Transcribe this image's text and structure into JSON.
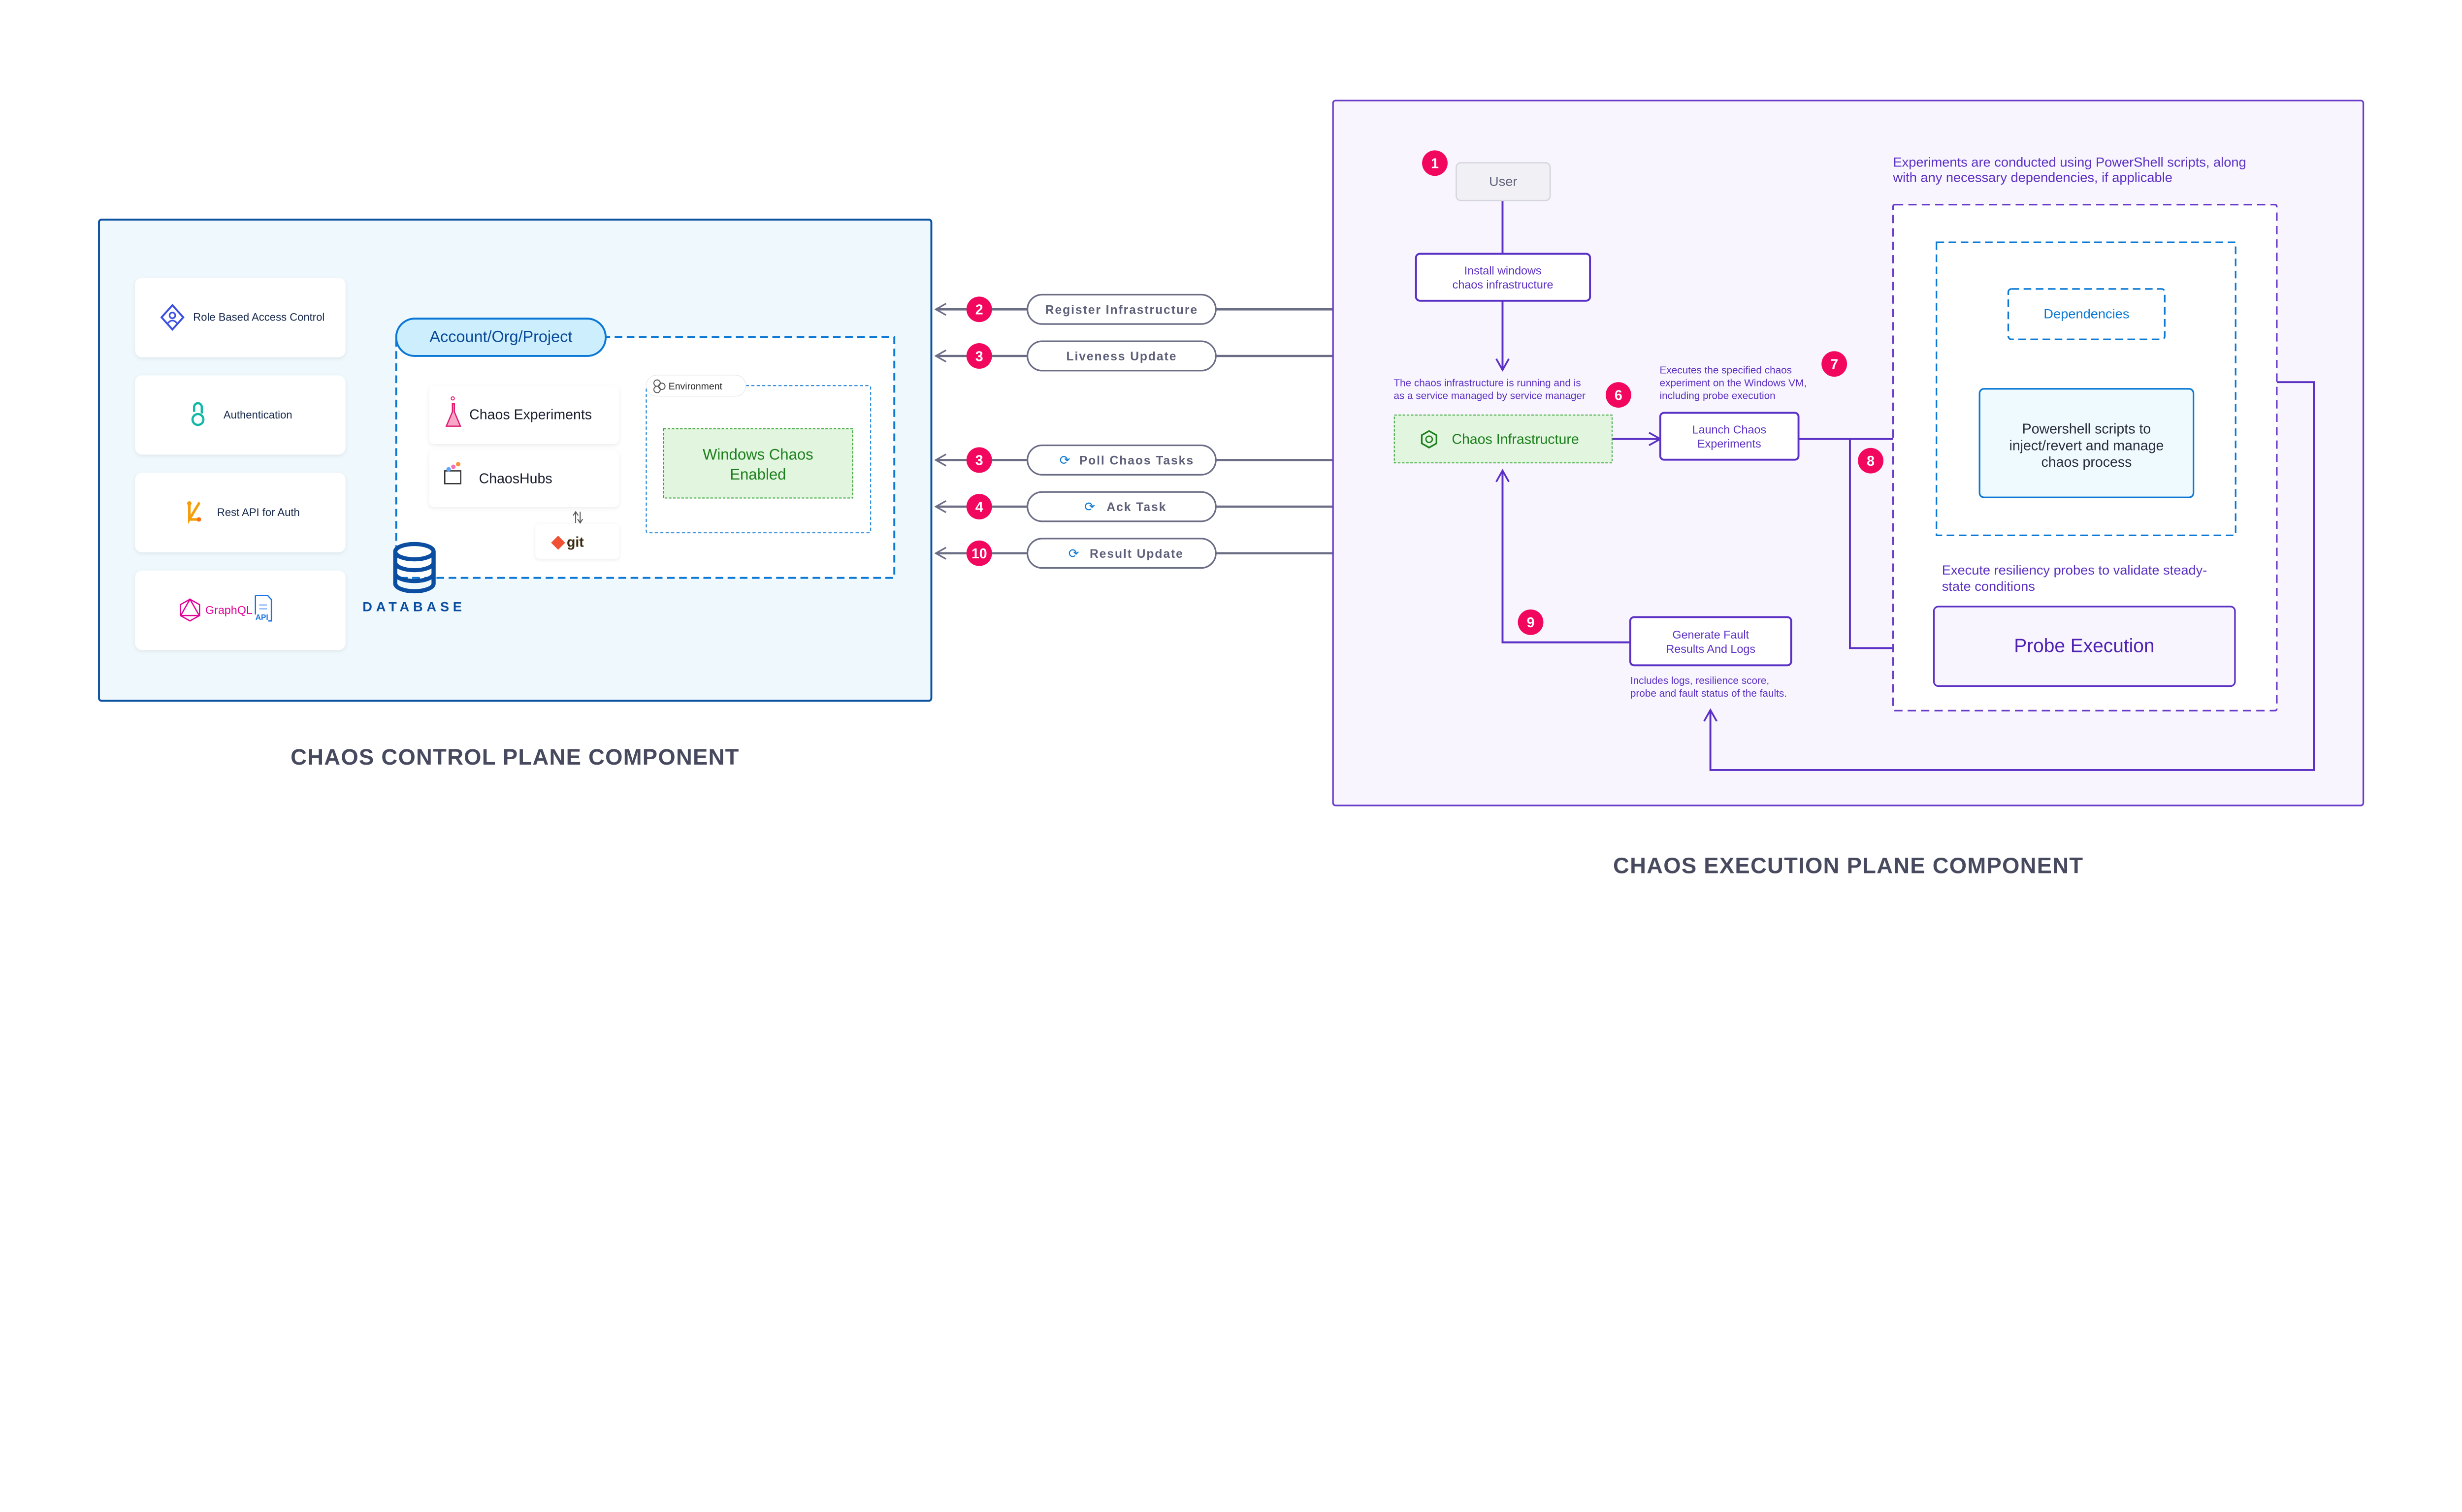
{
  "control_plane": {
    "title": "CHAOS CONTROL PLANE COMPONENT",
    "features": [
      {
        "label": "Role Based Access Control",
        "icon": "rbac-icon"
      },
      {
        "label": "Authentication",
        "icon": "open-access-lock-icon"
      },
      {
        "label": "Rest API for Auth",
        "icon": "rest-api-icon"
      },
      {
        "label": "GraphQL",
        "icon": "graphql-icon",
        "extra": "API"
      }
    ],
    "scope_label": "Account/Org/Project",
    "chaos_experiments": "Chaos Experiments",
    "chaoshubs": "ChaosHubs",
    "git": "git",
    "environment": "Environment",
    "windows_chaos": [
      "Windows Chaos",
      "Enabled"
    ],
    "database": "DATABASE"
  },
  "messages": [
    {
      "step": "2",
      "label": "Register Infrastructure",
      "icon": null
    },
    {
      "step": "3",
      "label": "Liveness Update",
      "icon": null
    },
    {
      "step": "3",
      "label": "Poll Chaos Tasks",
      "icon": "sync-icon"
    },
    {
      "step": "4",
      "label": "Ack Task",
      "icon": "sync-icon"
    },
    {
      "step": "10",
      "label": "Result Update",
      "icon": "sync-icon"
    }
  ],
  "execution_plane": {
    "title": "CHAOS EXECUTION PLANE COMPONENT",
    "user": {
      "step": "1",
      "label": "User"
    },
    "install": [
      "Install windows",
      "chaos infrastructure"
    ],
    "infra_note": {
      "step": "6",
      "lines": [
        "The chaos infrastructure is running and is",
        "as a service managed by service manager"
      ]
    },
    "infra": "Chaos Infrastructure",
    "launch_note": {
      "step": "7",
      "lines": [
        "Executes the specified chaos",
        "experiment on the Windows VM,",
        "including probe execution"
      ]
    },
    "launch": [
      "Launch Chaos",
      "Experiments"
    ],
    "step8": "8",
    "scripts_note": [
      "Experiments are conducted using PowerShell scripts, along",
      "with any necessary dependencies, if applicable"
    ],
    "dependencies": "Dependencies",
    "powershell": [
      "Powershell scripts to",
      "inject/revert and manage",
      "chaos process"
    ],
    "probe_note": [
      "Execute resiliency probes to validate steady-",
      "state conditions"
    ],
    "probe": "Probe Execution",
    "results": {
      "step": "9",
      "lines": [
        "Generate Fault",
        "Results And Logs"
      ]
    },
    "results_note": [
      "Includes logs, resilience score,",
      "probe and fault status of the faults."
    ]
  },
  "colors": {
    "purple": "#5b30c4",
    "badge": "#f2075f",
    "blue": "#0278d5",
    "gray": "#6b6d85",
    "green": "#1d7f1d"
  }
}
